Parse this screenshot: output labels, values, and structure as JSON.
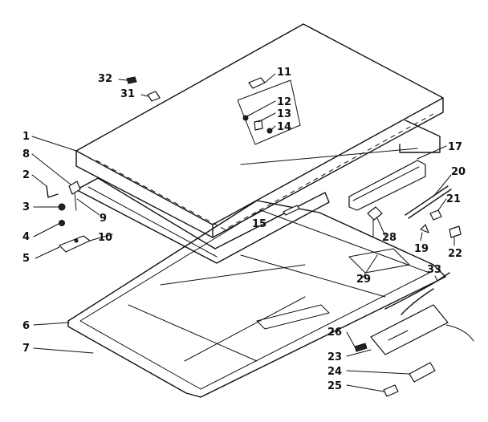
{
  "diagram": {
    "callouts": [
      {
        "id": "c1",
        "label": "1"
      },
      {
        "id": "c2",
        "label": "2"
      },
      {
        "id": "c3",
        "label": "3"
      },
      {
        "id": "c4",
        "label": "4"
      },
      {
        "id": "c5",
        "label": "5"
      },
      {
        "id": "c6",
        "label": "6"
      },
      {
        "id": "c7",
        "label": "7"
      },
      {
        "id": "c8",
        "label": "8"
      },
      {
        "id": "c9",
        "label": "9"
      },
      {
        "id": "c10",
        "label": "10"
      },
      {
        "id": "c11",
        "label": "11"
      },
      {
        "id": "c12",
        "label": "12"
      },
      {
        "id": "c13",
        "label": "13"
      },
      {
        "id": "c14",
        "label": "14"
      },
      {
        "id": "c15",
        "label": "15"
      },
      {
        "id": "c17",
        "label": "17"
      },
      {
        "id": "c19",
        "label": "19"
      },
      {
        "id": "c20",
        "label": "20"
      },
      {
        "id": "c21",
        "label": "21"
      },
      {
        "id": "c22",
        "label": "22"
      },
      {
        "id": "c23",
        "label": "23"
      },
      {
        "id": "c24",
        "label": "24"
      },
      {
        "id": "c25",
        "label": "25"
      },
      {
        "id": "c26",
        "label": "26"
      },
      {
        "id": "c28",
        "label": "28"
      },
      {
        "id": "c29",
        "label": "29"
      },
      {
        "id": "c31",
        "label": "31"
      },
      {
        "id": "c32",
        "label": "32"
      },
      {
        "id": "c33",
        "label": "33"
      }
    ]
  }
}
